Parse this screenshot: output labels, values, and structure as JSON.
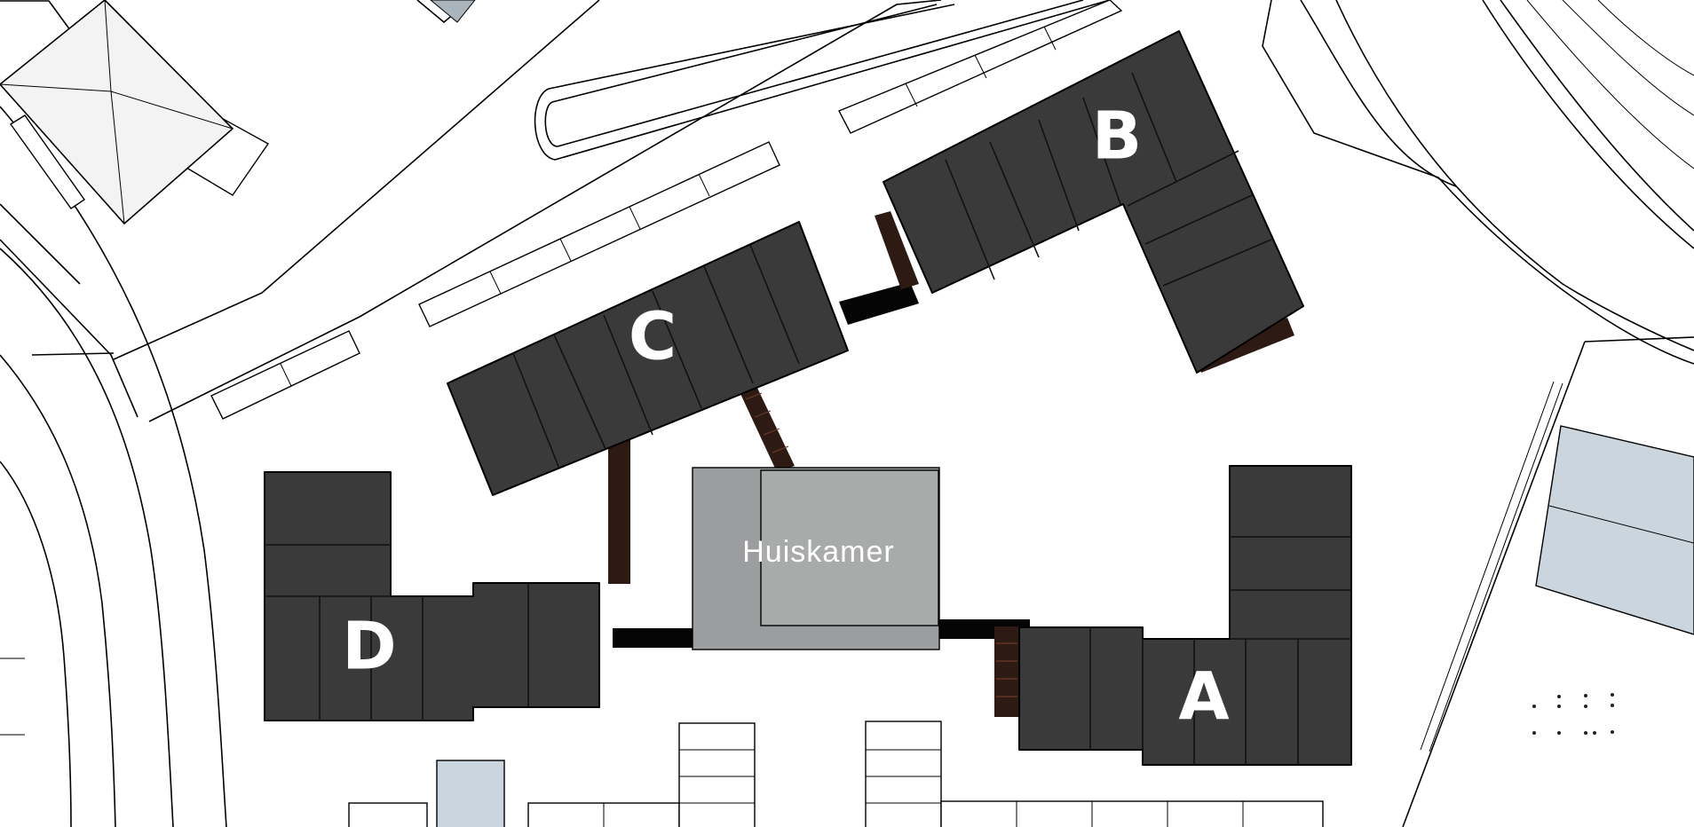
{
  "map": {
    "buildings": [
      {
        "id": "A",
        "label": "A"
      },
      {
        "id": "B",
        "label": "B"
      },
      {
        "id": "C",
        "label": "C"
      },
      {
        "id": "D",
        "label": "D"
      }
    ],
    "common_room": {
      "label": "Huiskamer"
    },
    "colors": {
      "roof": "#3b3a3a",
      "common_room": "#9b9d9e",
      "water_or_roof_blue": "#cbd5de",
      "background": "#ffffff"
    }
  }
}
